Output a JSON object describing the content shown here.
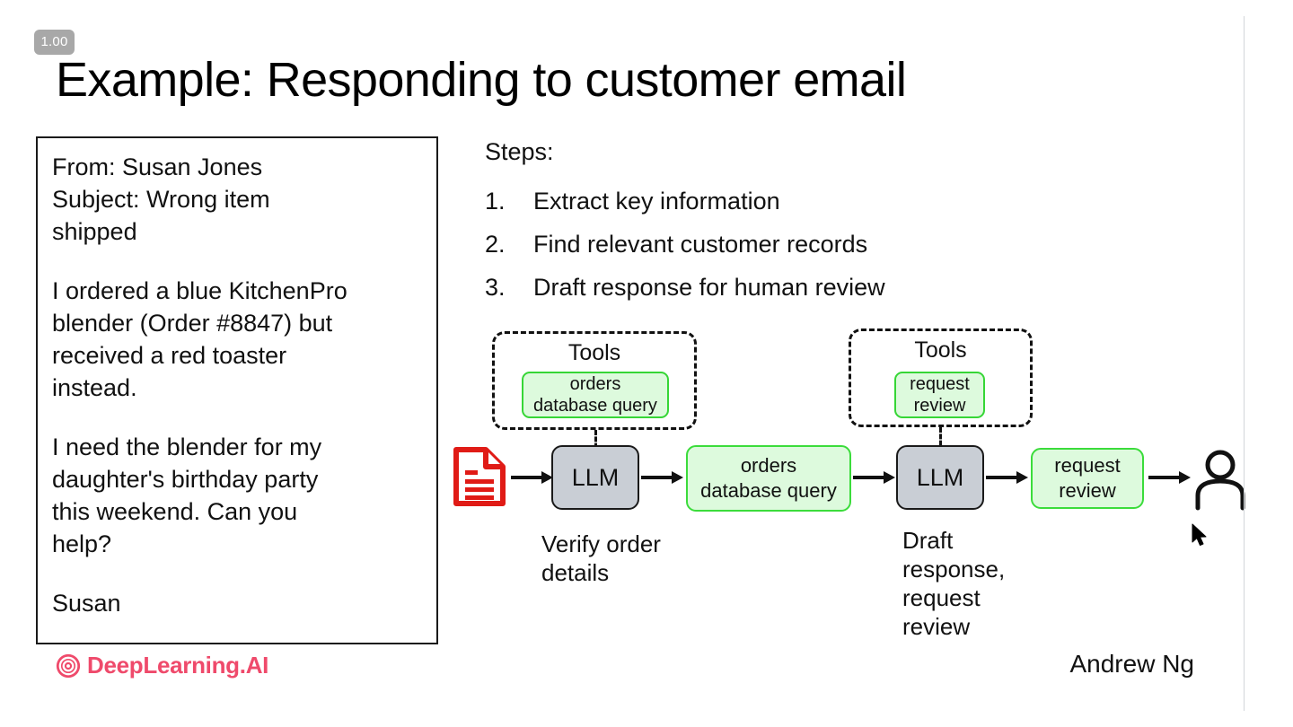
{
  "slide": {
    "version_badge": "1.00",
    "title": "Example: Responding to customer email",
    "background_color": "#ffffff"
  },
  "email_card": {
    "name": "customer-email",
    "paragraphs": [
      "From: Susan Jones\nSubject: Wrong item\nshipped",
      "I ordered a blue KitchenPro\nblender (Order #8847) but\nreceived a red toaster\ninstead.",
      "I need the blender for my\ndaughter's birthday party\nthis weekend. Can you\nhelp?",
      "Susan"
    ],
    "from": "Susan Jones",
    "subject": "Wrong item shipped",
    "order_number": "#8847",
    "signature": "Susan"
  },
  "steps": {
    "heading": "Steps:",
    "items": [
      {
        "number": "1.",
        "text": "Extract key information"
      },
      {
        "number": "2.",
        "text": "Find relevant customer records"
      },
      {
        "number": "3.",
        "text": "Draft response for human review"
      }
    ]
  },
  "diagram": {
    "input_icon": "document-icon",
    "output_icon": "person-icon",
    "tool_groups": [
      {
        "label": "Tools",
        "tool": "orders\ndatabase query"
      },
      {
        "label": "Tools",
        "tool": "request\nreview"
      }
    ],
    "nodes": [
      {
        "type": "llm",
        "label": "LLM",
        "caption": "Verify order\ndetails"
      },
      {
        "type": "tool-call",
        "label": "orders\ndatabase query",
        "caption": ""
      },
      {
        "type": "llm",
        "label": "LLM",
        "caption": "Draft\nresponse,\nrequest\nreview"
      },
      {
        "type": "tool-call",
        "label": "request\nreview",
        "caption": ""
      }
    ],
    "colors": {
      "llm_fill": "#c9ced5",
      "tool_fill": "#ddfadd",
      "tool_border": "#36d636",
      "document_icon": "#e01b16",
      "stroke": "#111111"
    }
  },
  "footer": {
    "logo_text": "DeepLearning.AI",
    "logo_color": "#ef4a6b",
    "author": "Andrew Ng"
  }
}
